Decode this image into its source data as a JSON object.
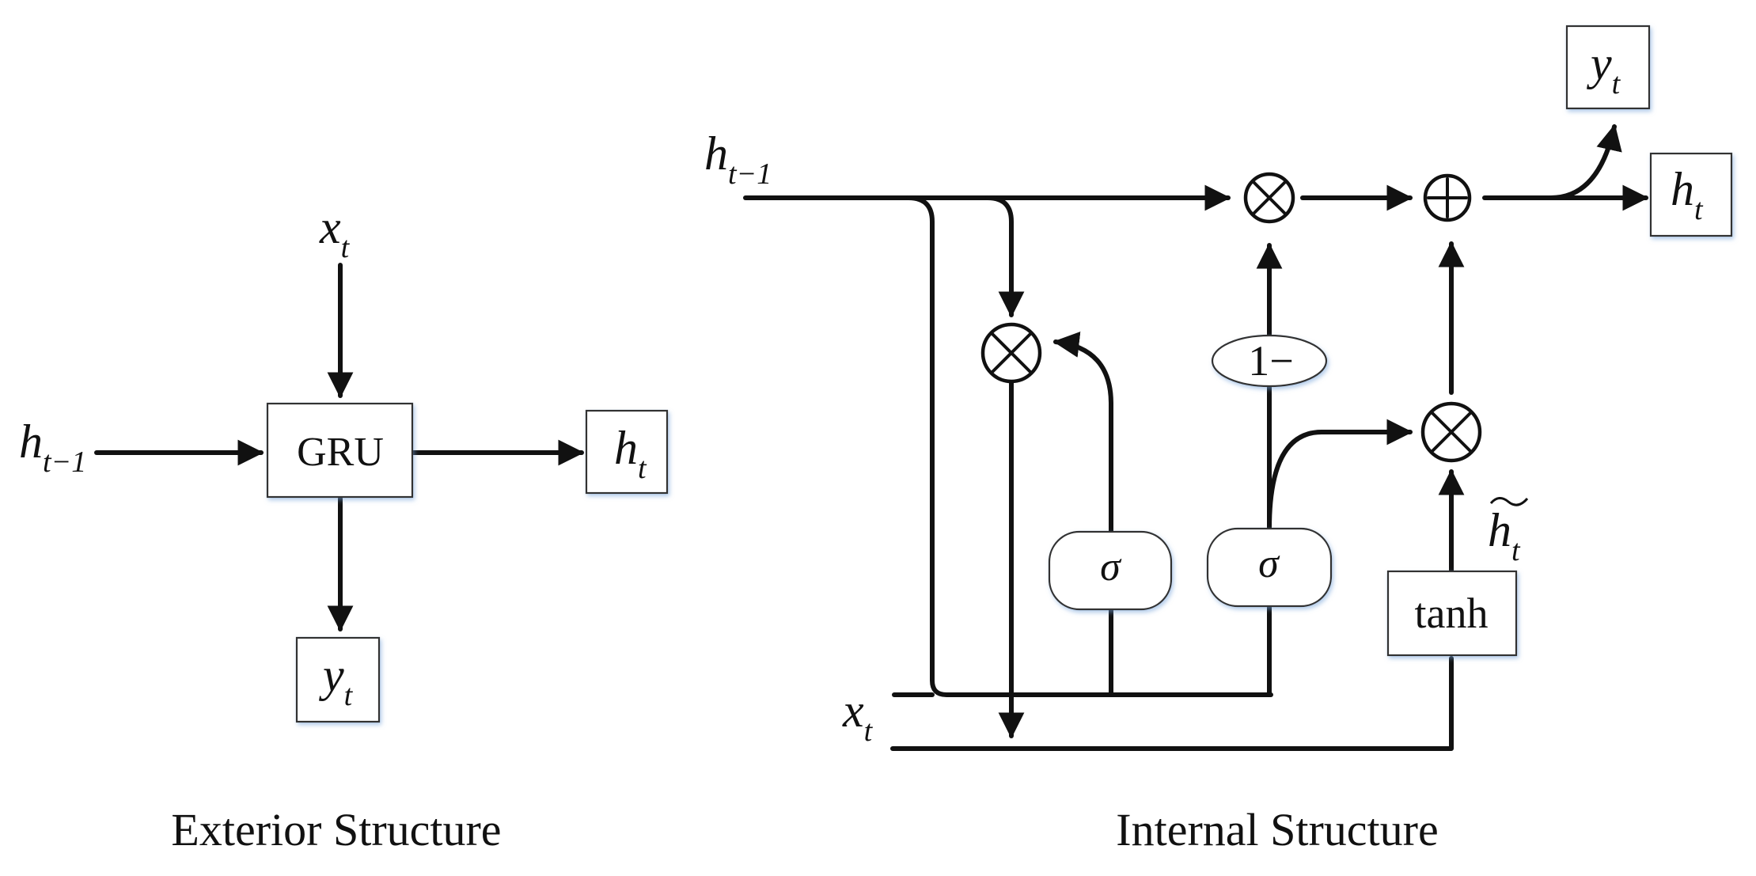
{
  "exterior": {
    "caption": "Exterior Structure",
    "block_label": "GRU",
    "inputs": {
      "x_base": "x",
      "x_sub": "t",
      "h_prev_base": "h",
      "h_prev_sub": "t−1"
    },
    "outputs": {
      "h_base": "h",
      "h_sub": "t",
      "y_base": "y",
      "y_sub": "t"
    }
  },
  "internal": {
    "caption": "Internal Structure",
    "h_prev_base": "h",
    "h_prev_sub": "t−1",
    "x_base": "x",
    "x_sub": "t",
    "gate_reset_symbol": "σ",
    "gate_update_symbol": "σ",
    "one_minus_label": "1−",
    "tanh_label": "tanh",
    "candidate_base": "h",
    "candidate_sub": "t",
    "output_y_base": "y",
    "output_y_sub": "t",
    "output_h_base": "h",
    "output_h_sub": "t",
    "multiply_symbol": "⊗",
    "add_symbol": "⊕"
  }
}
